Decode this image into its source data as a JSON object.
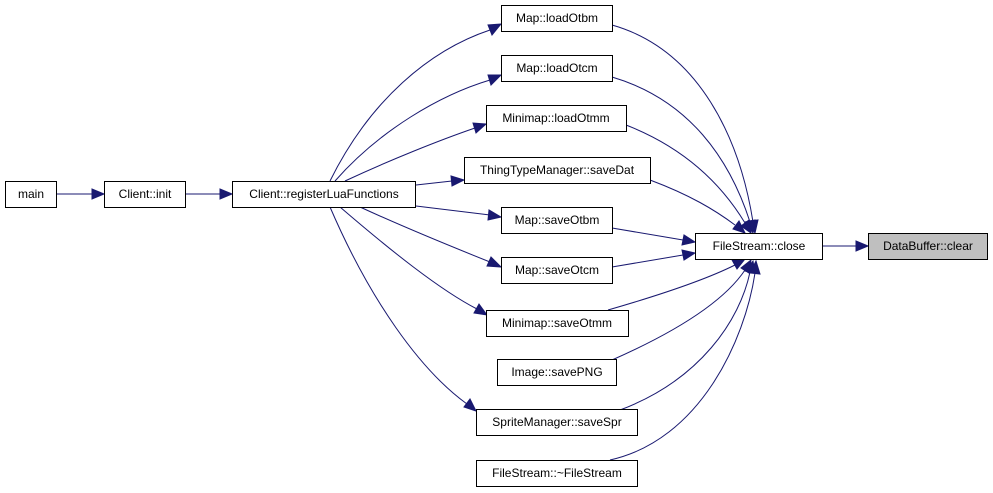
{
  "nodes": {
    "main": "main",
    "client_init": "Client::init",
    "register_lua": "Client::registerLuaFunctions",
    "load_otbm": "Map::loadOtbm",
    "load_otcm": "Map::loadOtcm",
    "load_otmm": "Minimap::loadOtmm",
    "save_dat": "ThingTypeManager::saveDat",
    "save_otbm": "Map::saveOtbm",
    "save_otcm": "Map::saveOtcm",
    "save_otmm": "Minimap::saveOtmm",
    "save_png": "Image::savePNG",
    "save_spr": "SpriteManager::saveSpr",
    "fs_destructor": "FileStream::~FileStream",
    "fs_close": "FileStream::close",
    "databuffer_clear": "DataBuffer::clear"
  },
  "colors": {
    "edge": "#191970",
    "highlight_fill": "#bfbfbf"
  }
}
